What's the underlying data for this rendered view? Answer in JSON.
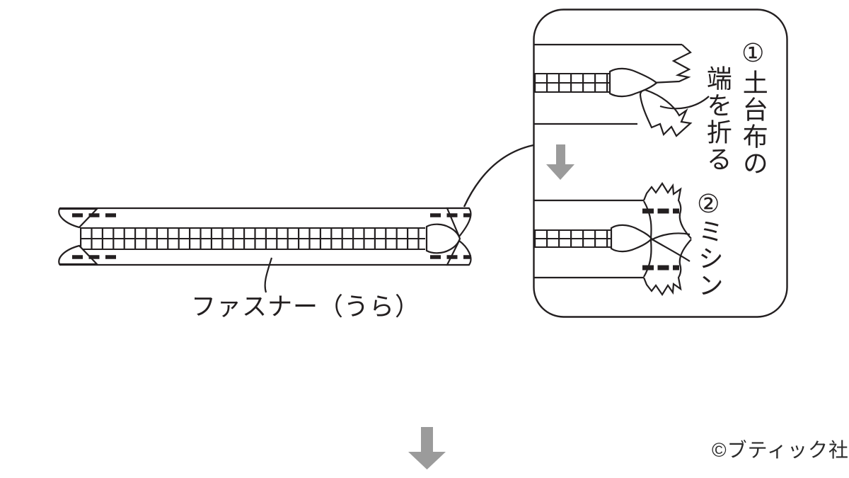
{
  "figure": {
    "main_label": "ファスナー（うら）",
    "inset": {
      "step1": {
        "column1": "①土台布の",
        "column2": "端を折る"
      },
      "step2": {
        "number": "②",
        "label": "ミシン"
      }
    },
    "copyright": "©ブティック社",
    "colors": {
      "line": "#231f20",
      "arrow_gray": "#9b9b9b",
      "background": "#ffffff"
    }
  }
}
